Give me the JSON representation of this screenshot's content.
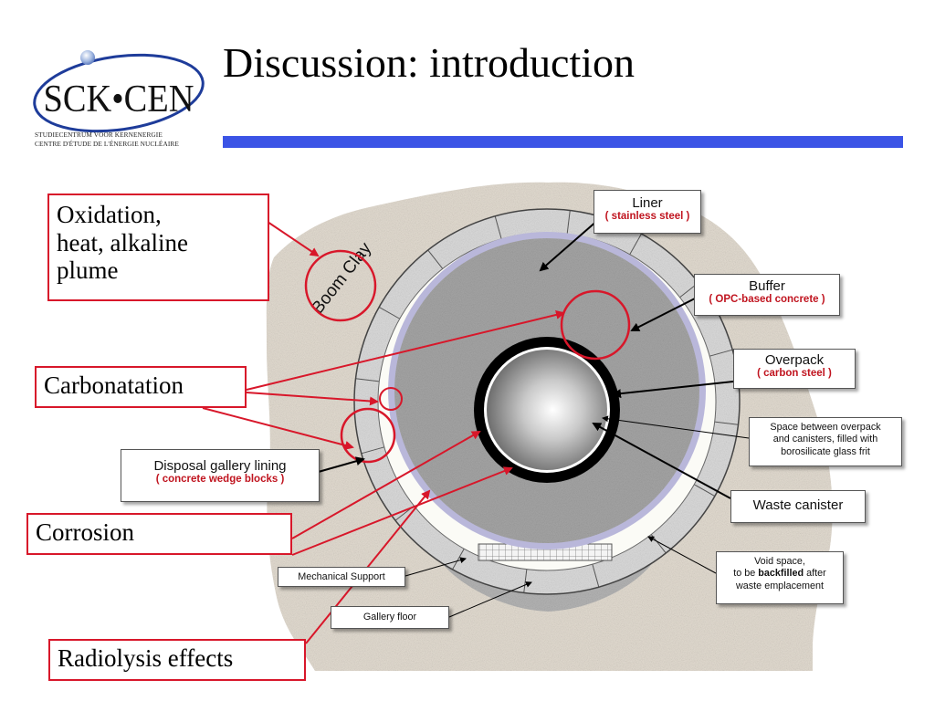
{
  "header": {
    "title": "Discussion: introduction",
    "logo_text": "SCK•CEN",
    "logo_line1": "STUDIECENTRUM VOOR KERNENERGIE",
    "logo_line2": "CENTRE D'ÉTUDE DE L'ÉNERGIE NUCLÉAIRE"
  },
  "colors": {
    "accent_bar": "#3b54e6",
    "callout_border": "#d8172a",
    "clay": "#e4ddd2",
    "sublabel_red": "#c0141f"
  },
  "diagram": {
    "boom_clay_label": "Boom Clay",
    "callouts": {
      "oxidation": [
        "Oxidation,",
        "heat, alkaline",
        "plume"
      ],
      "carbonatation": "Carbonatation",
      "corrosion": "Corrosion",
      "radiolysis": "Radiolysis effects"
    },
    "labels": {
      "liner": {
        "main": "Liner",
        "sub": "( stainless steel )"
      },
      "buffer": {
        "main": "Buffer",
        "sub": "( OPC-based concrete )"
      },
      "overpack": {
        "main": "Overpack",
        "sub": "( carbon steel )"
      },
      "space": [
        "Space between overpack",
        "and canisters, filled with",
        "borosilicate glass frit"
      ],
      "waste_canister": "Waste canister",
      "void_space": {
        "line1": "Void space,",
        "line2_pre": "to be ",
        "line2_bold": "backfilled",
        "line2_post": " after",
        "line3": "waste emplacement"
      },
      "gallery_lining": {
        "main": "Disposal gallery lining",
        "sub": "( concrete wedge blocks )"
      },
      "mechanical_support": "Mechanical Support",
      "gallery_floor": "Gallery floor"
    }
  }
}
